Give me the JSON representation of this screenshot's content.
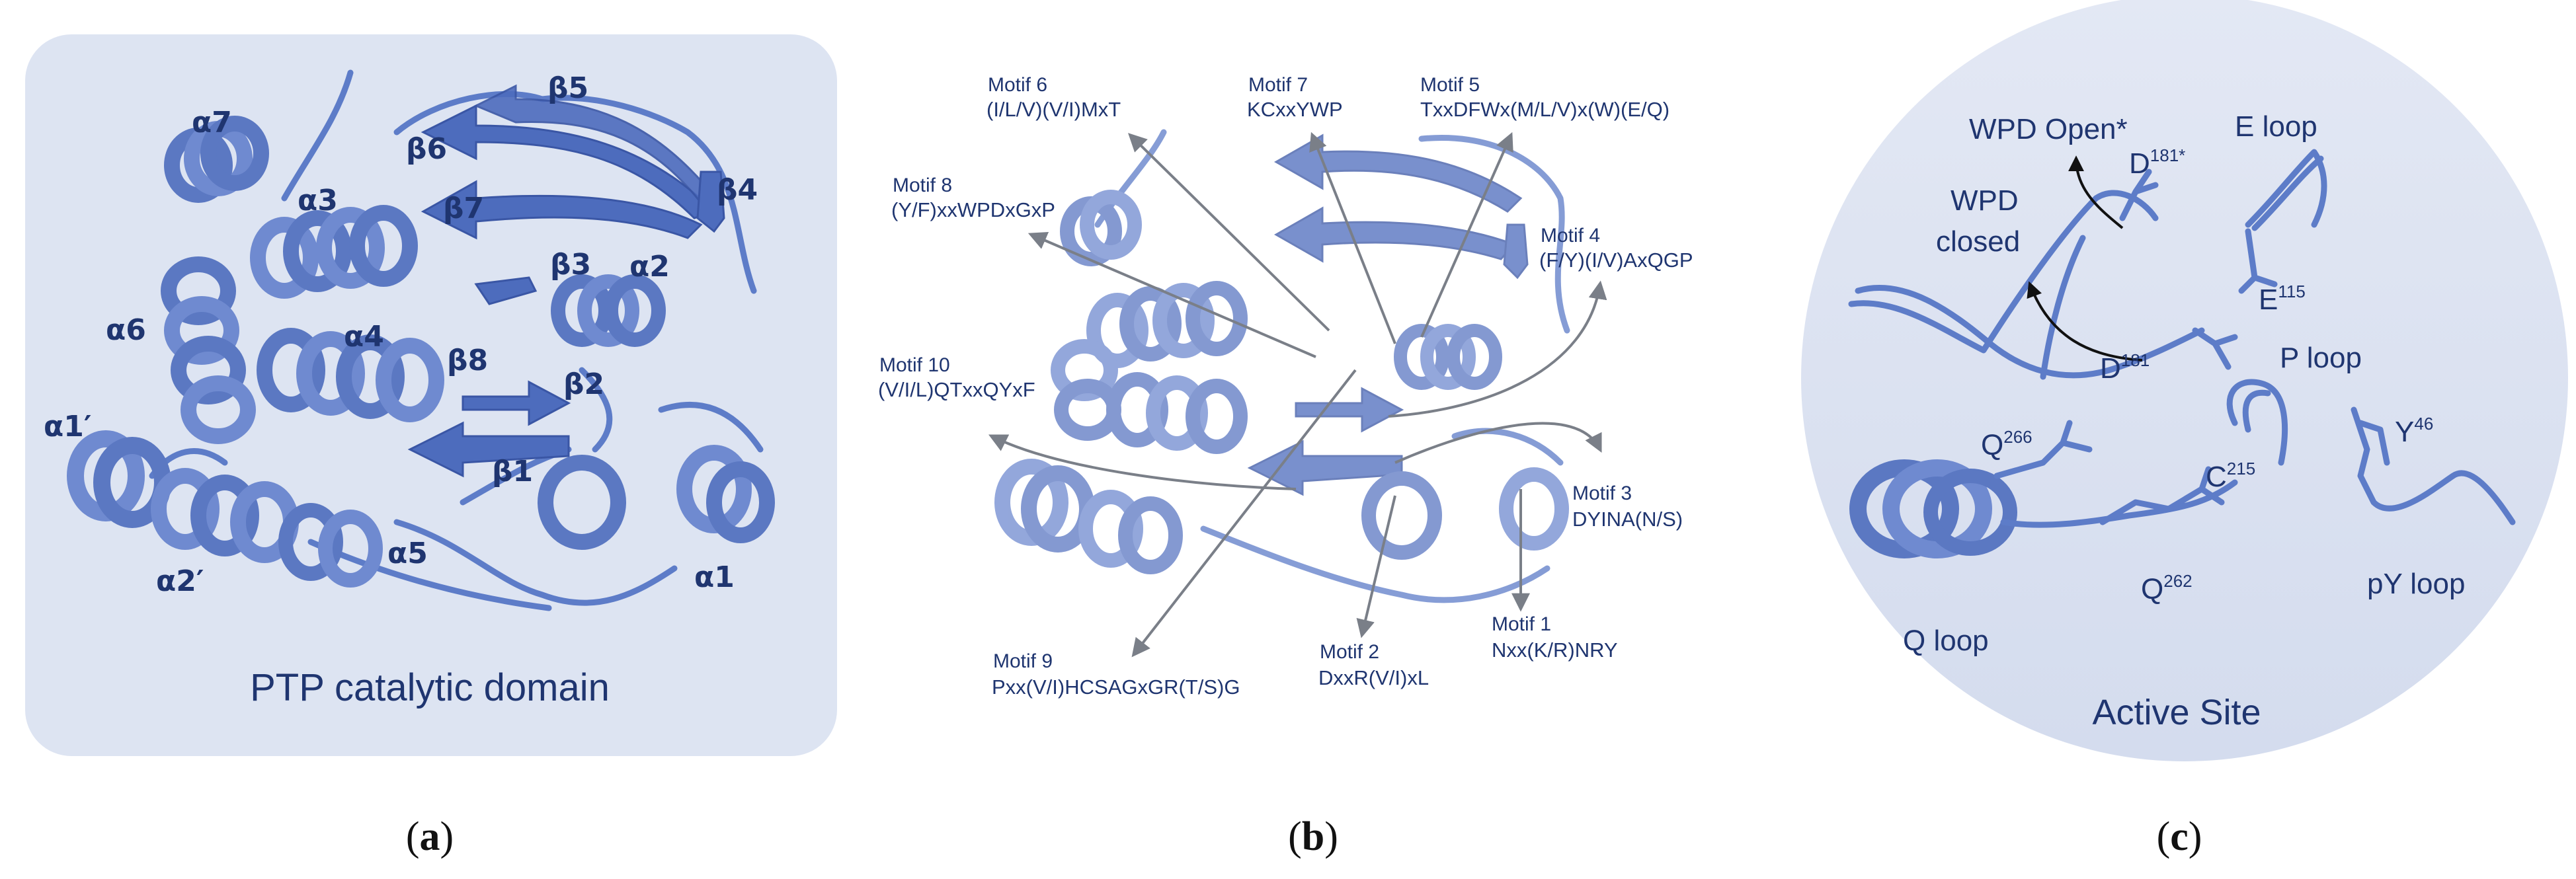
{
  "panel_a": {
    "caption": "PTP catalytic domain",
    "elements": {
      "a7": "α7",
      "b5": "β5",
      "b6": "β6",
      "b4": "β4",
      "a3": "α3",
      "b7": "β7",
      "b3": "β3",
      "a2": "α2",
      "a6": "α6",
      "a4": "α4",
      "b8": "β8",
      "b2": "β2",
      "a1p": "α1′",
      "b1": "β1",
      "a2p": "α2′",
      "a5": "α5",
      "a1": "α1"
    },
    "sublabel": "(a)"
  },
  "panel_b": {
    "motifs": {
      "m6_title": "Motif 6",
      "m6_seq": "(I/L/V)(V/I)MxT",
      "m7_title": "Motif 7",
      "m7_seq": "KCxxYWP",
      "m5_title": "Motif 5",
      "m5_seq": "TxxDFWx(M/L/V)x(W)(E/Q)",
      "m8_title": "Motif 8",
      "m8_seq": "(Y/F)xxWPDxGxP",
      "m4_title": "Motif 4",
      "m4_seq": "(F/Y)(I/V)AxQGP",
      "m10_title": "Motif 10",
      "m10_seq": "(V/I/L)QTxxQYxF",
      "m3_title": "Motif 3",
      "m3_seq": "DYINA(N/S)",
      "m1_title": "Motif 1",
      "m1_seq": "Nxx(K/R)NRY",
      "m9_title": "Motif 9",
      "m9_seq": "Pxx(V/I)HCSAGxGR(T/S)G",
      "m2_title": "Motif 2",
      "m2_seq": "DxxR(V/I)xL"
    },
    "sublabel": "(b)"
  },
  "panel_c": {
    "caption": "Active Site",
    "labels": {
      "wpd_open": "WPD Open*",
      "e_loop": "E loop",
      "d181star_base": "D",
      "d181star_sup": "181*",
      "wpd_closed_1": "WPD",
      "wpd_closed_2": "closed",
      "e115_base": "E",
      "e115_sup": "115",
      "p_loop": "P loop",
      "d181_base": "D",
      "d181_sup": "181",
      "q266_base": "Q",
      "q266_sup": "266",
      "y46_base": "Y",
      "y46_sup": "46",
      "c215_base": "C",
      "c215_sup": "215",
      "q262_base": "Q",
      "q262_sup": "262",
      "pY_loop": "pY loop",
      "q_loop": "Q loop"
    },
    "sublabel": "(c)"
  },
  "colors": {
    "panel_bg": "#dde4f2",
    "protein": "#5b78c2",
    "label_text": "#1f3570",
    "motif_arrow": "#7a7f88"
  }
}
